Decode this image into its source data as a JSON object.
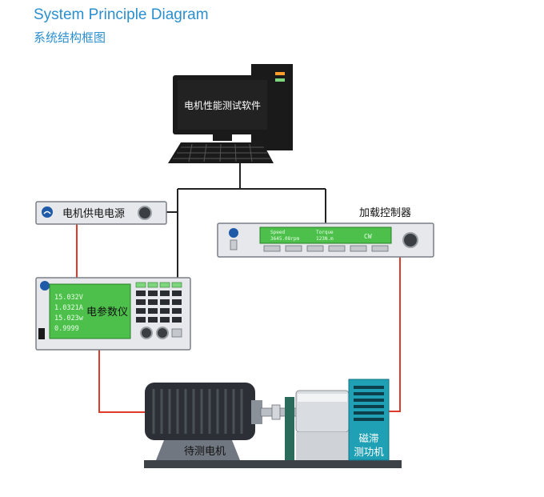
{
  "header": {
    "title_en": "System Principle Diagram",
    "title_cn": "系统结构框图"
  },
  "computer": {
    "screen_label": "电机性能测试软件"
  },
  "power_supply": {
    "label": "电机供电电源"
  },
  "load_controller": {
    "label": "加载控制器",
    "display_speed_label": "Speed",
    "display_torque_label": "Torque",
    "display_speed_value": "3645.08rpm",
    "display_torque_value": "123N.m",
    "display_mode": "CW"
  },
  "power_meter": {
    "label": "电参数仪",
    "readings": [
      "15.032V",
      "1.0321A",
      "15.023w",
      "0.9999"
    ]
  },
  "motor": {
    "label": "待测电机"
  },
  "brake": {
    "label_line1": "磁滞",
    "label_line2": "测功机"
  },
  "colors": {
    "title": "#2b8fce",
    "signal_line": "#e03a2a",
    "data_line": "#222222",
    "device_body": "#e6e8eb",
    "lcd_green": "#4cc04a",
    "brake_teal": "#1fa0b5"
  }
}
